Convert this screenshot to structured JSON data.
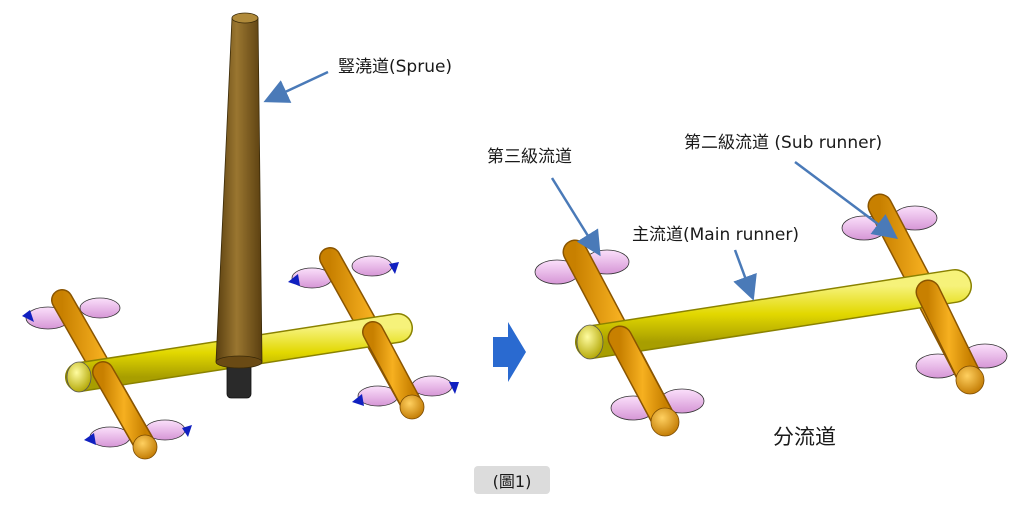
{
  "labels": {
    "sprue": "豎澆道(Sprue)",
    "tertiary": "第三級流道",
    "secondary": "第二級流道 (Sub runner)",
    "main": "主流道(Main runner)",
    "branch": "分流道",
    "caption": "(圖1)"
  },
  "colors": {
    "sprue": "#7a5a1f",
    "main_runner": "#e8e000",
    "sub_runner": "#f0a000",
    "gate": "#f0b4f0",
    "gate_tip": "#1020c0",
    "leader": "#4a7ab8",
    "flow_arrow": "#2a6ad0",
    "caption_bg": "#dcdcdc"
  }
}
